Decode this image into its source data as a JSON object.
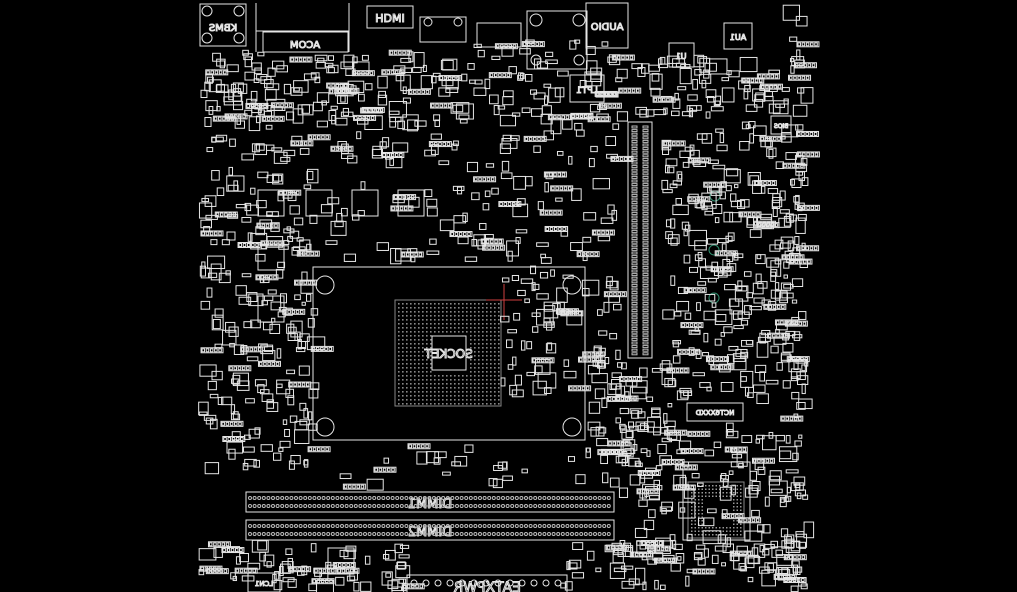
{
  "viewer": {
    "background": "#000000",
    "outline_color": "#e6e6e6",
    "accent_color": "#2f8f6f"
  },
  "labels": {
    "kbms": "KBMS",
    "hdmi": "HDMI",
    "audio": "AUDIO",
    "usb_lan": "ACOM",
    "lpt": "LPT1",
    "u1": "U1",
    "u4": "AU1",
    "bios": "BIOS",
    "cpu_socket": "SOCKET",
    "super_io": "NCT6XXXD",
    "dimm1": "DIMM1",
    "dimm2": "DIMM2",
    "eatxpwr": "EATXPWR",
    "lcn": "LCN1"
  }
}
